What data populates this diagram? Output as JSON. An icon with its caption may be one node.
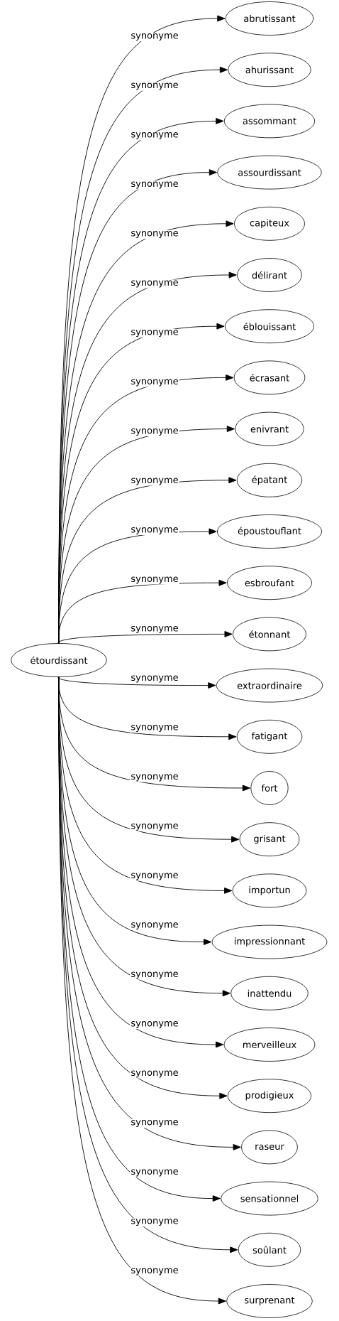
{
  "diagram": {
    "nodes": [
      {
        "text": [
          "étourdissant"
        ]
      },
      {
        "text": [
          "abrutissant"
        ]
      },
      {
        "text": [
          "ahurissant"
        ]
      },
      {
        "text": [
          "assommant"
        ]
      },
      {
        "text": [
          "assourdissant"
        ]
      },
      {
        "text": [
          "capiteux"
        ]
      },
      {
        "text": [
          "délirant"
        ]
      },
      {
        "text": [
          "éblouissant"
        ]
      },
      {
        "text": [
          "écrasant"
        ]
      },
      {
        "text": [
          "enivrant"
        ]
      },
      {
        "text": [
          "épatant"
        ]
      },
      {
        "text": [
          "époustouflant"
        ]
      },
      {
        "text": [
          "esbroufant"
        ]
      },
      {
        "text": [
          "étonnant"
        ]
      },
      {
        "text": [
          "extraordinaire"
        ]
      },
      {
        "text": [
          "fatigant"
        ]
      },
      {
        "text": [
          "fort"
        ]
      },
      {
        "text": [
          "grisant"
        ]
      },
      {
        "text": [
          "importun"
        ]
      },
      {
        "text": [
          "impressionnant"
        ]
      },
      {
        "text": [
          "inattendu"
        ]
      },
      {
        "text": [
          "merveilleux"
        ]
      },
      {
        "text": [
          "prodigieux"
        ]
      },
      {
        "text": [
          "raseur"
        ]
      },
      {
        "text": [
          "sensationnel"
        ]
      },
      {
        "text": [
          "soûlant"
        ]
      },
      {
        "text": [
          "surprenant"
        ]
      }
    ],
    "edges": [
      {
        "from": 0,
        "to": 1,
        "arrow": "to",
        "label": "synonyme"
      },
      {
        "from": 0,
        "to": 2,
        "arrow": "to",
        "label": "synonyme"
      },
      {
        "from": 0,
        "to": 3,
        "arrow": "to",
        "label": "synonyme"
      },
      {
        "from": 0,
        "to": 4,
        "arrow": "to",
        "label": "synonyme"
      },
      {
        "from": 0,
        "to": 5,
        "arrow": "to",
        "label": "synonyme"
      },
      {
        "from": 0,
        "to": 6,
        "arrow": "to",
        "label": "synonyme"
      },
      {
        "from": 0,
        "to": 7,
        "arrow": "to",
        "label": "synonyme"
      },
      {
        "from": 0,
        "to": 8,
        "arrow": "to",
        "label": "synonyme"
      },
      {
        "from": 0,
        "to": 9,
        "arrow": "to",
        "label": "synonyme"
      },
      {
        "from": 0,
        "to": 10,
        "arrow": "to",
        "label": "synonyme"
      },
      {
        "from": 0,
        "to": 11,
        "arrow": "to",
        "label": "synonyme"
      },
      {
        "from": 0,
        "to": 12,
        "arrow": "to",
        "label": "synonyme"
      },
      {
        "from": 0,
        "to": 13,
        "arrow": "to",
        "label": "synonyme"
      },
      {
        "from": 0,
        "to": 14,
        "arrow": "to",
        "label": "synonyme"
      },
      {
        "from": 0,
        "to": 15,
        "arrow": "to",
        "label": "synonyme"
      },
      {
        "from": 0,
        "to": 16,
        "arrow": "to",
        "label": "synonyme"
      },
      {
        "from": 0,
        "to": 17,
        "arrow": "to",
        "label": "synonyme"
      },
      {
        "from": 0,
        "to": 18,
        "arrow": "to",
        "label": "synonyme"
      },
      {
        "from": 0,
        "to": 19,
        "arrow": "to",
        "label": "synonyme"
      },
      {
        "from": 0,
        "to": 20,
        "arrow": "to",
        "label": "synonyme"
      },
      {
        "from": 0,
        "to": 21,
        "arrow": "to",
        "label": "synonyme"
      },
      {
        "from": 0,
        "to": 22,
        "arrow": "to",
        "label": "synonyme"
      },
      {
        "from": 0,
        "to": 23,
        "arrow": "to",
        "label": "synonyme"
      },
      {
        "from": 0,
        "to": 24,
        "arrow": "to",
        "label": "synonyme"
      },
      {
        "from": 0,
        "to": 25,
        "arrow": "to",
        "label": "synonyme"
      },
      {
        "from": 0,
        "to": 26,
        "arrow": "to",
        "label": "synonyme"
      }
    ]
  }
}
